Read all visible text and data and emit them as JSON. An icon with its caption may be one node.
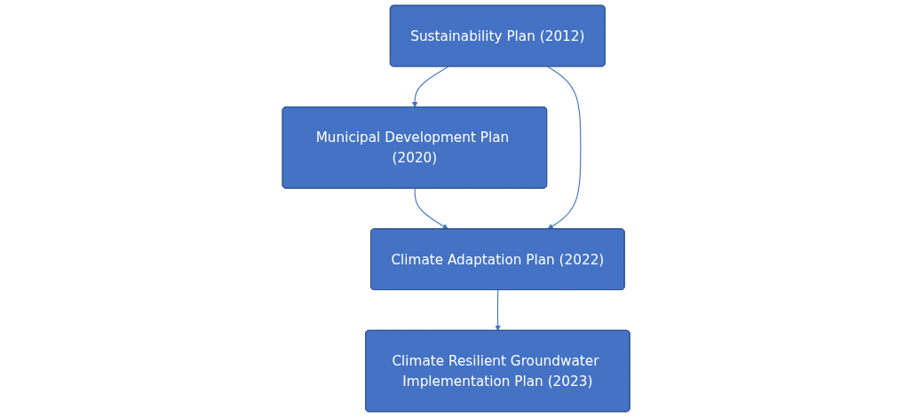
{
  "diagram": {
    "nodes": [
      {
        "text": [
          "Municipal Development Plan (2020)"
        ]
      },
      {
        "text": [
          "Sustainability Plan (2012)"
        ]
      },
      {
        "text": [
          "Climate Adaptation Plan (2022)"
        ]
      },
      {
        "text": [
          "Climate Resilient Groundwater Implementation Plan (2023)"
        ]
      }
    ],
    "edges": [
      {
        "from": 1,
        "to": 0,
        "arrow": "to"
      },
      {
        "from": 0,
        "to": 2,
        "arrow": "to"
      },
      {
        "from": 1,
        "to": 2,
        "arrow": "to"
      },
      {
        "from": 2,
        "to": 3,
        "arrow": "to"
      }
    ]
  }
}
